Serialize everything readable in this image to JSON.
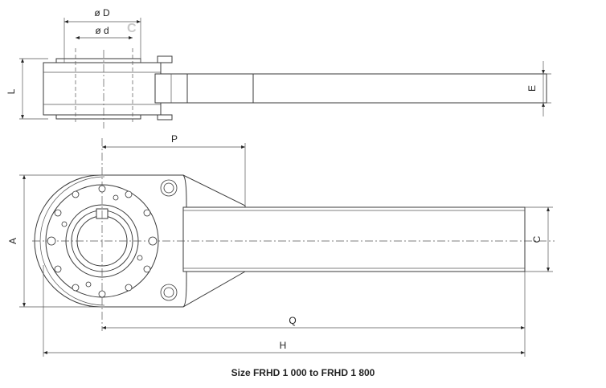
{
  "labels": {
    "dia_D": "ø D",
    "dia_d": "ø d",
    "L": "L",
    "E": "E",
    "P": "P",
    "A": "A",
    "C": "C",
    "Q": "Q",
    "H": "H"
  },
  "caption": "Size FRHD 1 000 to FRHD 1 800",
  "watermark": "C"
}
